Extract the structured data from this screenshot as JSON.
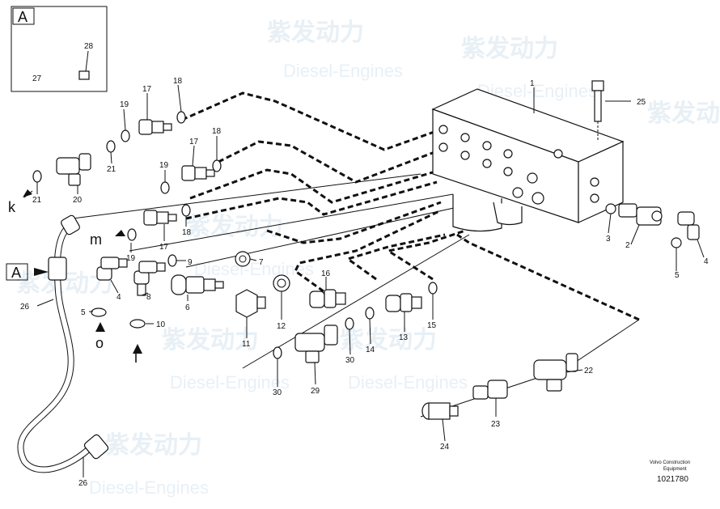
{
  "watermark": {
    "cn": "紫发动力",
    "en": "Diesel-Engines"
  },
  "detail_box": {
    "letter": "A",
    "callouts": [
      "27",
      "28"
    ]
  },
  "view_labels": {
    "k": "k",
    "m": "m",
    "o": "o",
    "l": "l",
    "a_callout": "A"
  },
  "callouts": {
    "c1": "1",
    "c2": "2",
    "c3": "3",
    "c4": "4",
    "c5": "5",
    "c5b": "5",
    "c6": "6",
    "c7": "7",
    "c8": "8",
    "c9": "9",
    "c10": "10",
    "c11": "11",
    "c12": "12",
    "c13": "13",
    "c14": "14",
    "c15": "15",
    "c16": "16",
    "c17a": "17",
    "c17b": "17",
    "c17c": "17",
    "c18a": "18",
    "c18b": "18",
    "c18c": "18",
    "c19a": "19",
    "c19b": "19",
    "c19c": "19",
    "c20": "20",
    "c21a": "21",
    "c21b": "21",
    "c22": "22",
    "c23": "23",
    "c24": "24",
    "c25": "25",
    "c26a": "26",
    "c26b": "26",
    "c29": "29",
    "c30a": "30",
    "c30b": "30",
    "c4b": "4"
  },
  "footer": {
    "line1": "Volvo Construction",
    "line2": "Equipment",
    "doc_number": "1021780"
  }
}
